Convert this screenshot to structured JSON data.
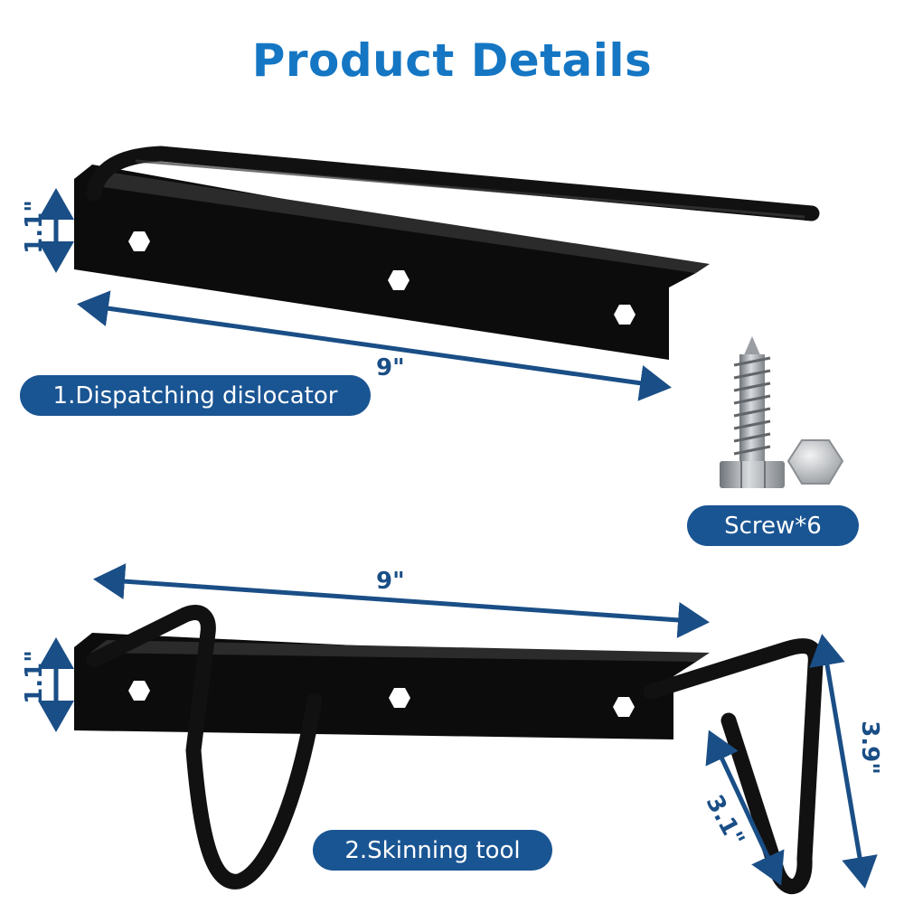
{
  "title": "Product Details",
  "item1": {
    "label": "1.Dispatching dislocator",
    "height": "1.1\"",
    "length": "9\""
  },
  "screw": {
    "label": "Screw*6"
  },
  "item2": {
    "label": "2.Skinning tool",
    "height": "1.1\"",
    "length": "9\"",
    "hook_height": "3.9\"",
    "hook_length": "3.1\""
  },
  "colors": {
    "title": "#1576c3",
    "label_bg": "#1a5593",
    "dimension": "#1a4e86",
    "product": "#0c0c0c"
  }
}
